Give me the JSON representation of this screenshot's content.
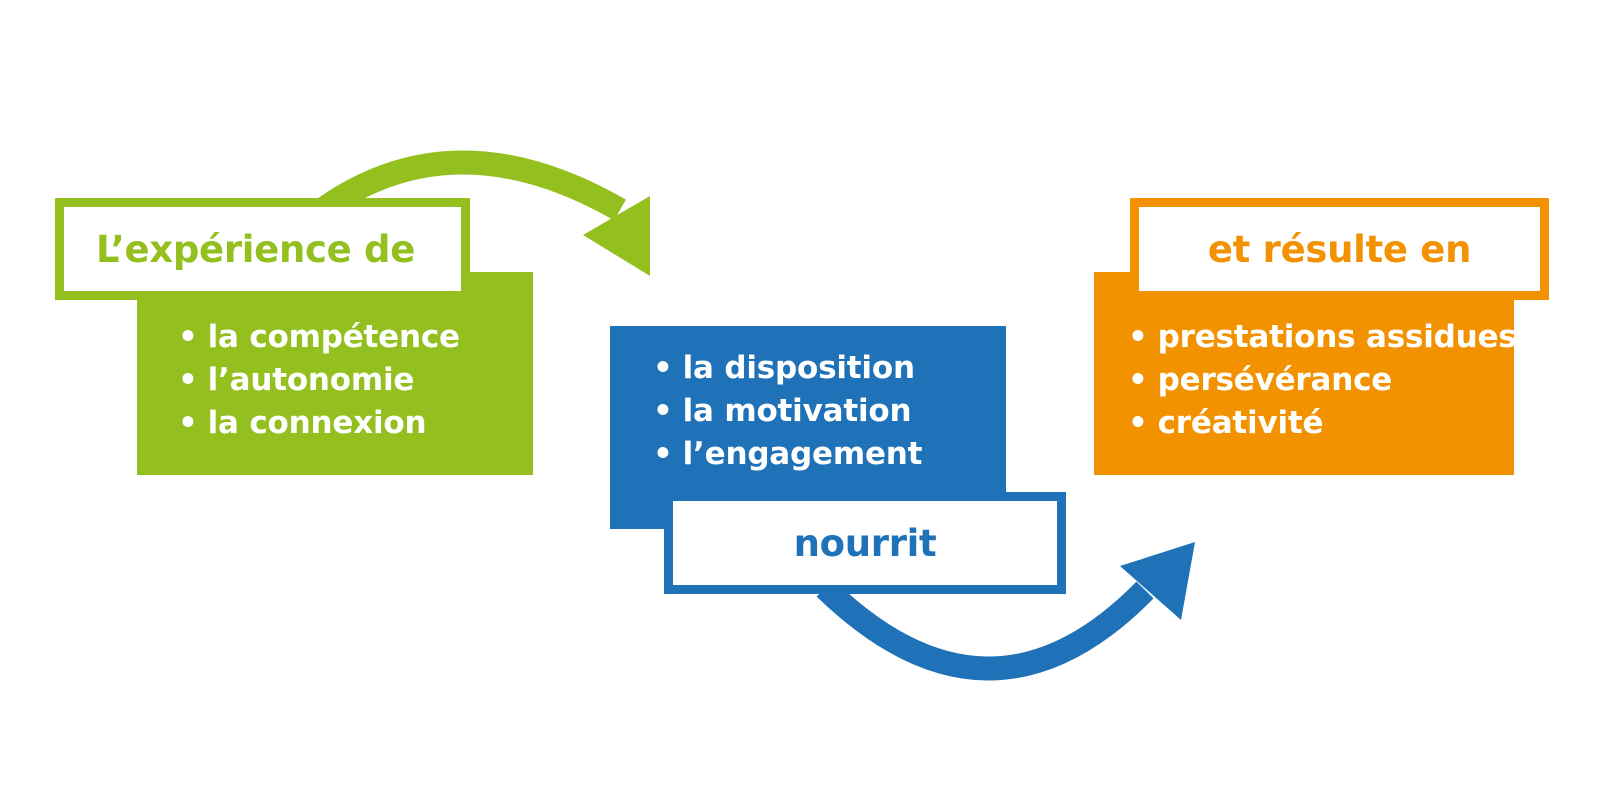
{
  "colors": {
    "green": "#93c01f",
    "blue": "#1f71b8",
    "orange": "#f39200"
  },
  "steps": [
    {
      "label": "L’expérience de",
      "items": [
        "la compétence",
        "l’autonomie",
        "la connexion"
      ]
    },
    {
      "label": "nourrit",
      "items": [
        "la disposition",
        "la motivation",
        "l’engagement"
      ]
    },
    {
      "label": "et résulte en",
      "items": [
        "prestations assidues",
        "persévérance",
        "créativité"
      ]
    }
  ],
  "connectors": [
    {
      "from": "L’expérience de",
      "to": "la disposition"
    },
    {
      "from": "nourrit",
      "to": "et résulte en"
    }
  ]
}
